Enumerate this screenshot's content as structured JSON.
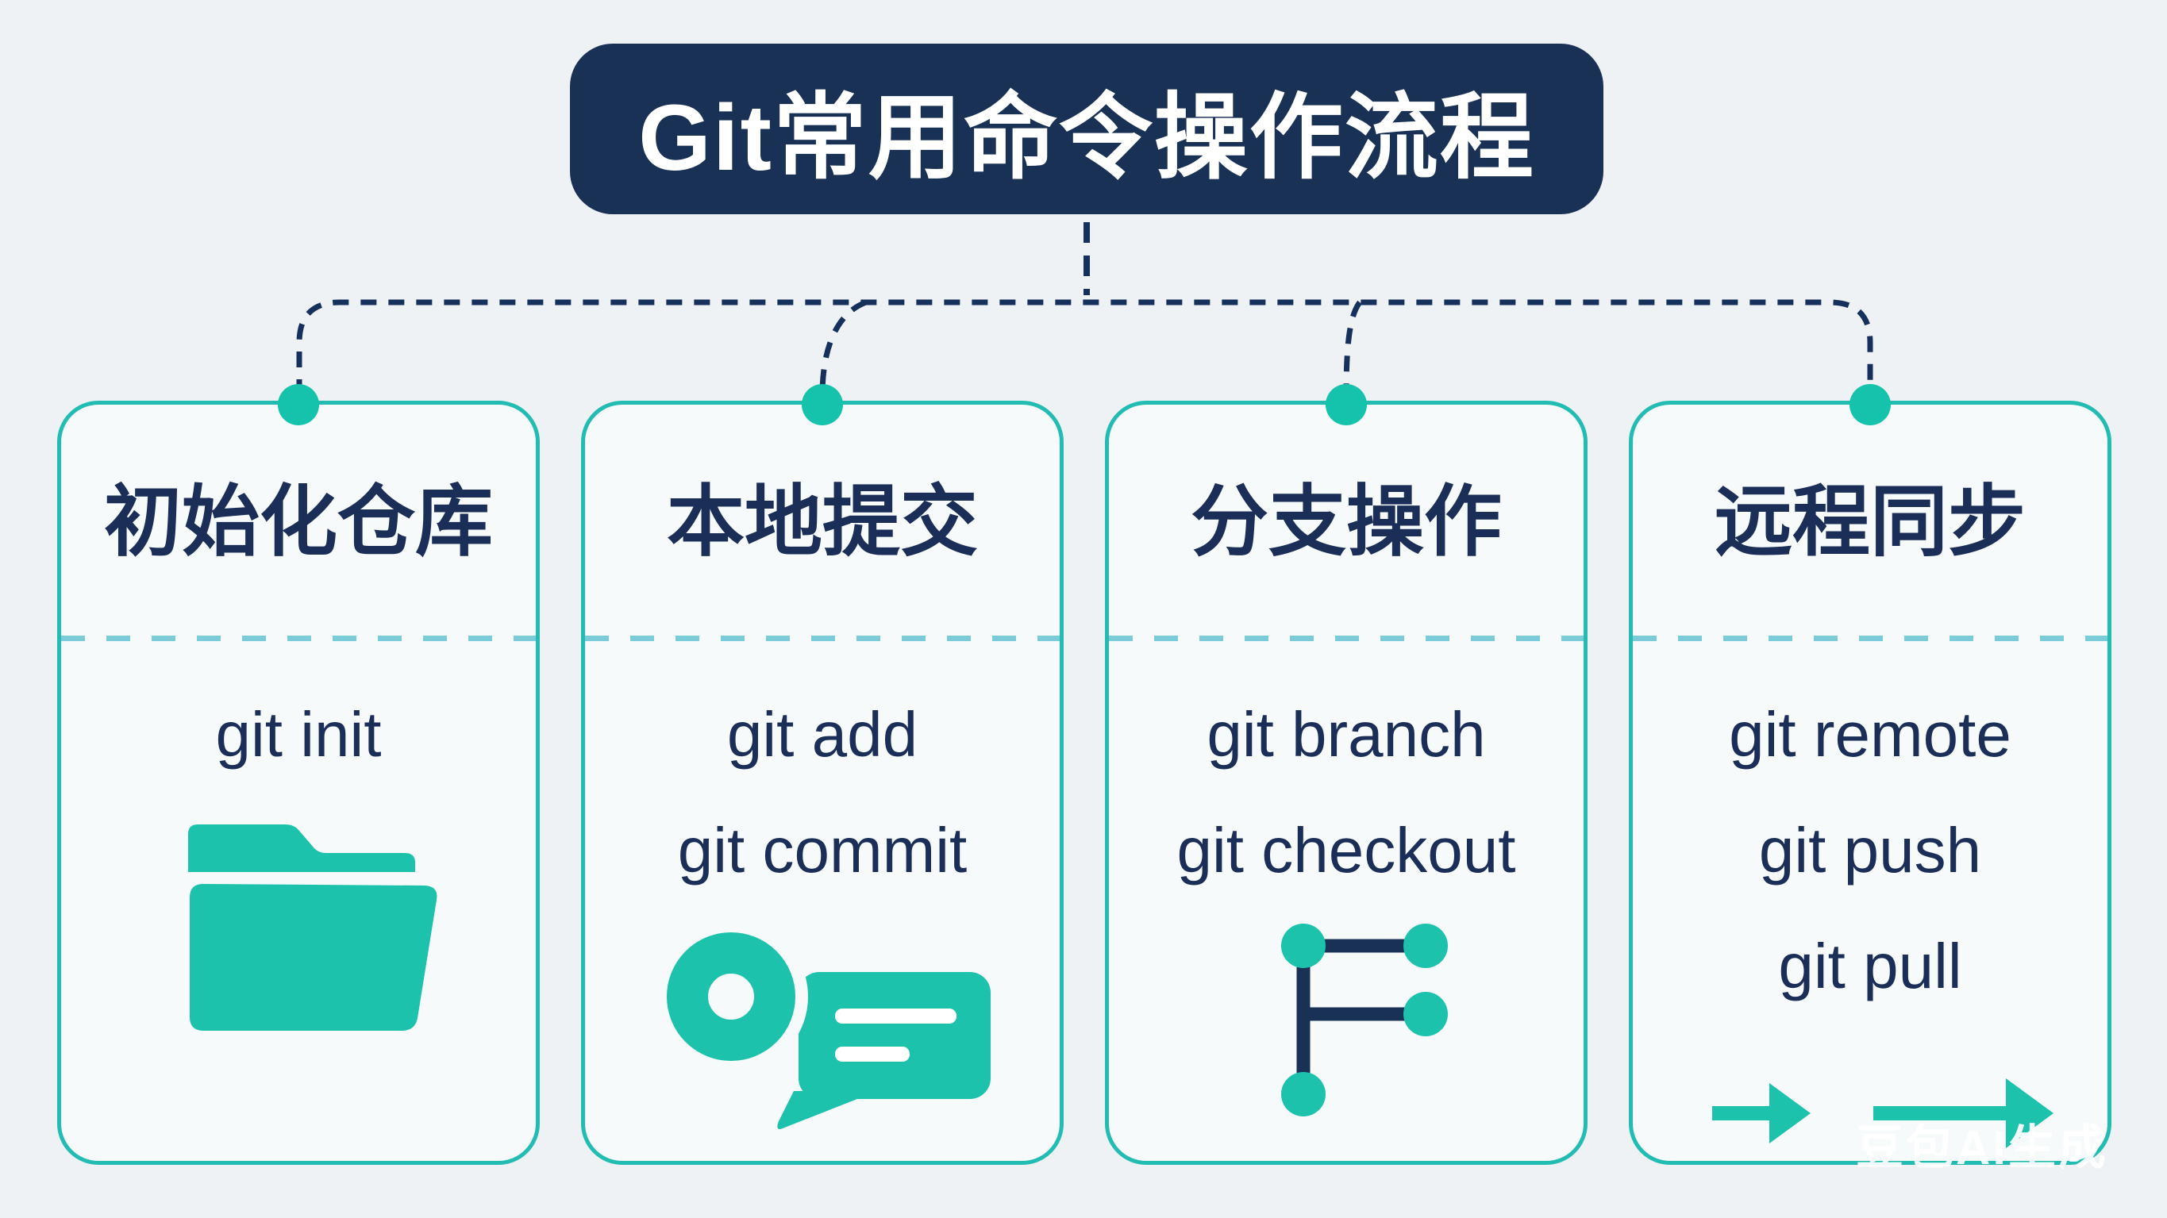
{
  "title": "Git常用命令操作流程",
  "watermark": "豆包AI生成",
  "colors": {
    "page_bg": "#eef2f4",
    "card_bg": "#f6fafb",
    "navy": "#1a3156",
    "text_navy": "#1b2e58",
    "connector_navy": "#16305c",
    "teal_border": "#23bcb2",
    "dot_teal": "#15c2ab",
    "icon_teal": "#1cc2ac",
    "separator_teal": "#7bccd8",
    "icon_detail_white": "#ffffff",
    "title_text": "#ffffff"
  },
  "cards": [
    {
      "heading": "初始化仓库",
      "icon": "folder-icon",
      "commands": [
        "git init"
      ]
    },
    {
      "heading": "本地提交",
      "icon": "commit-icon",
      "commands": [
        "git add",
        "git commit"
      ]
    },
    {
      "heading": "分支操作",
      "icon": "branch-icon",
      "commands": [
        "git branch",
        "git checkout"
      ]
    },
    {
      "heading": "远程同步",
      "icon": "sync-arrows-icon",
      "commands": [
        "git remote",
        "git push",
        "git pull"
      ]
    }
  ]
}
